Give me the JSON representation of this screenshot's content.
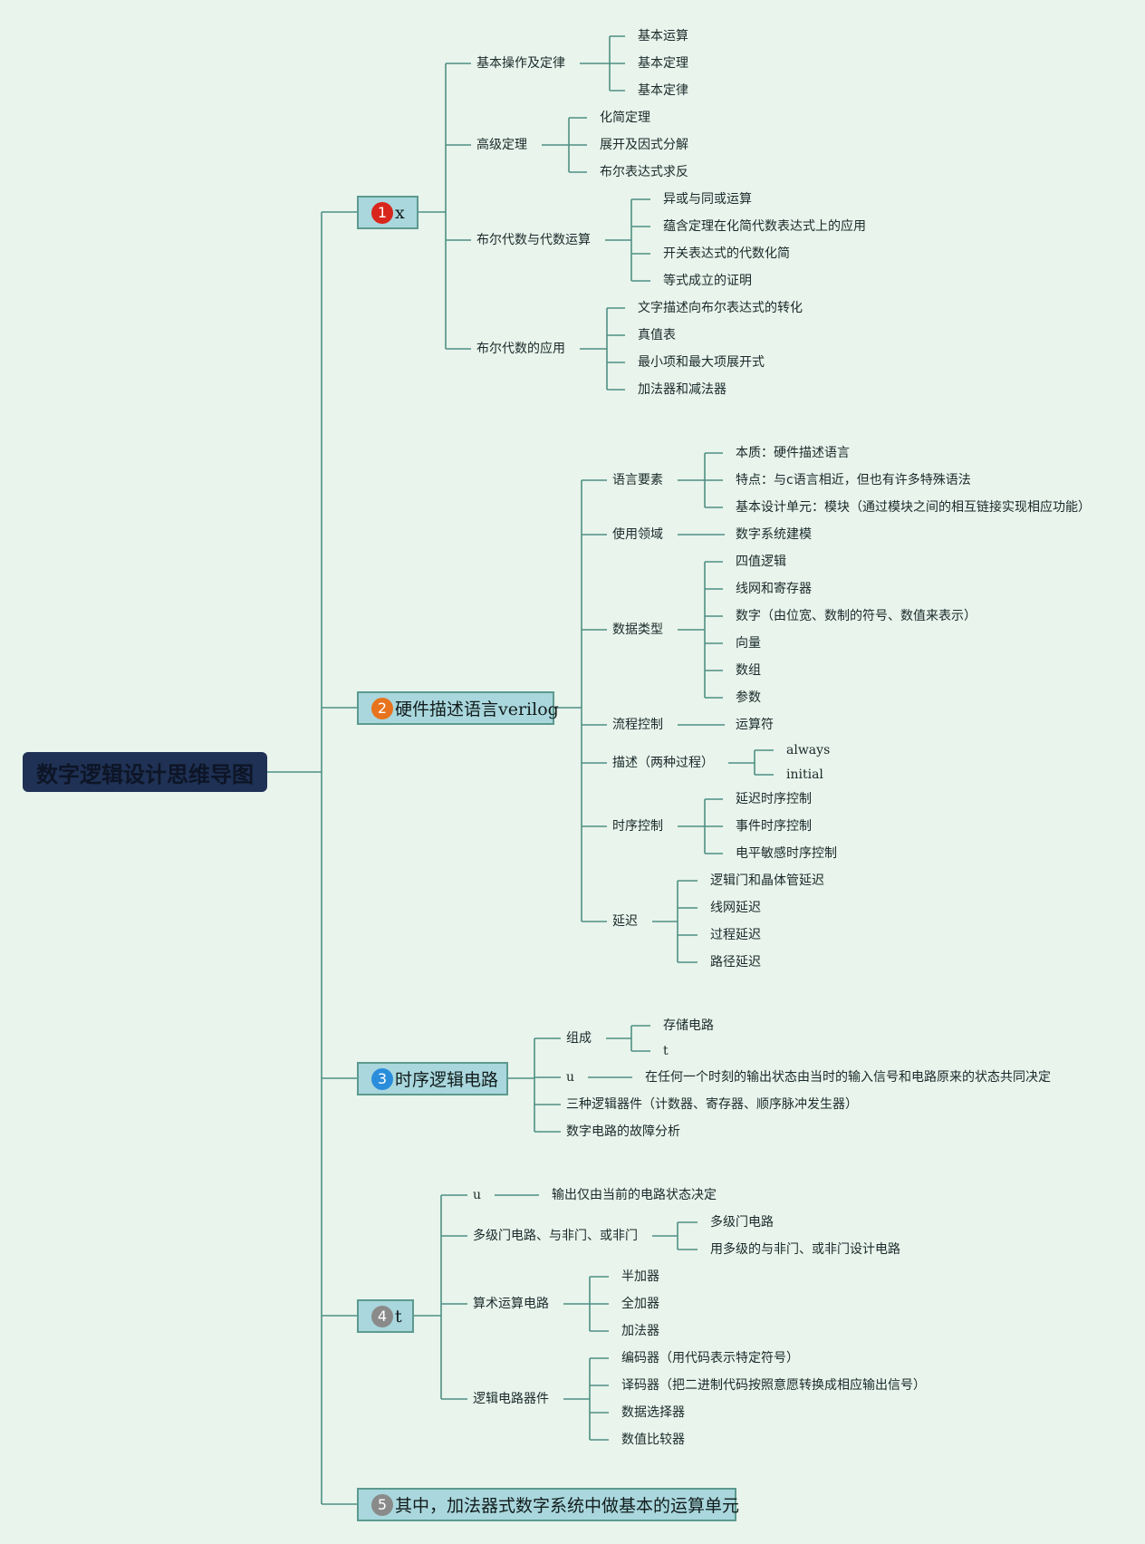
{
  "root": "数字逻辑设计思维导图",
  "colors": {
    "background": "#e8f4ec",
    "root_fill": "#1f3154",
    "topic_fill": "#a9d7dd",
    "topic_border": "#5d9a8f",
    "line": "#4f8f84",
    "badge1": "#d9261c",
    "badge2": "#e8731e",
    "badge3": "#2a8ddb",
    "badge4": "#8a8a8a",
    "badge5": "#8a8a8a"
  },
  "topics": [
    {
      "number": "1",
      "label": "x"
    },
    {
      "number": "2",
      "label": "硬件描述语言verilog"
    },
    {
      "number": "3",
      "label": "时序逻辑电路"
    },
    {
      "number": "4",
      "label": "t"
    },
    {
      "number": "5",
      "label": "其中，加法器式数字系统中做基本的运算单元"
    }
  ],
  "branches": {
    "t1": [
      {
        "label": "基本操作及定律",
        "children": [
          "基本运算",
          "基本定理",
          "基本定律"
        ]
      },
      {
        "label": "高级定理",
        "children": [
          "化简定理",
          "展开及因式分解",
          "布尔表达式求反"
        ]
      },
      {
        "label": "布尔代数与代数运算",
        "children": [
          "异或与同或运算",
          "蕴含定理在化简代数表达式上的应用",
          "开关表达式的代数化简",
          "等式成立的证明"
        ]
      },
      {
        "label": "布尔代数的应用",
        "children": [
          "文字描述向布尔表达式的转化",
          "真值表",
          "最小项和最大项展开式",
          "加法器和减法器"
        ]
      }
    ],
    "t2": [
      {
        "label": "语言要素",
        "children": [
          "本质：硬件描述语言",
          "特点：与c语言相近，但也有许多特殊语法",
          "基本设计单元：模块（通过模块之间的相互链接实现相应功能）"
        ]
      },
      {
        "label": "使用领域",
        "children": [
          "数字系统建模"
        ]
      },
      {
        "label": "数据类型",
        "children": [
          "四值逻辑",
          "线网和寄存器",
          "数字（由位宽、数制的符号、数值来表示）",
          "向量",
          "数组",
          "参数"
        ]
      },
      {
        "label": "流程控制",
        "children": [
          "运算符"
        ]
      },
      {
        "label": "描述（两种过程）",
        "children": [
          "always",
          "initial"
        ]
      },
      {
        "label": "时序控制",
        "children": [
          "延迟时序控制",
          "事件时序控制",
          "电平敏感时序控制"
        ]
      },
      {
        "label": "延迟",
        "children": [
          "逻辑门和晶体管延迟",
          "线网延迟",
          "过程延迟",
          "路径延迟"
        ]
      }
    ],
    "t3": [
      {
        "label": "组成",
        "children": [
          "存储电路",
          "t"
        ]
      },
      {
        "label": "u",
        "children": [
          "在任何一个时刻的输出状态由当时的输入信号和电路原来的状态共同决定"
        ]
      },
      {
        "label": "三种逻辑器件（计数器、寄存器、顺序脉冲发生器）",
        "children": []
      },
      {
        "label": "数字电路的故障分析",
        "children": []
      }
    ],
    "t4": [
      {
        "label": "u",
        "children": [
          "输出仅由当前的电路状态决定"
        ]
      },
      {
        "label": "多级门电路、与非门、或非门",
        "children": [
          "多级门电路",
          "用多级的与非门、或非门设计电路"
        ]
      },
      {
        "label": "算术运算电路",
        "children": [
          "半加器",
          "全加器",
          "加法器"
        ]
      },
      {
        "label": "逻辑电路器件",
        "children": [
          "编码器（用代码表示特定符号）",
          "译码器（把二进制代码按照意愿转换成相应输出信号）",
          "数据选择器",
          "数值比较器"
        ]
      }
    ]
  }
}
